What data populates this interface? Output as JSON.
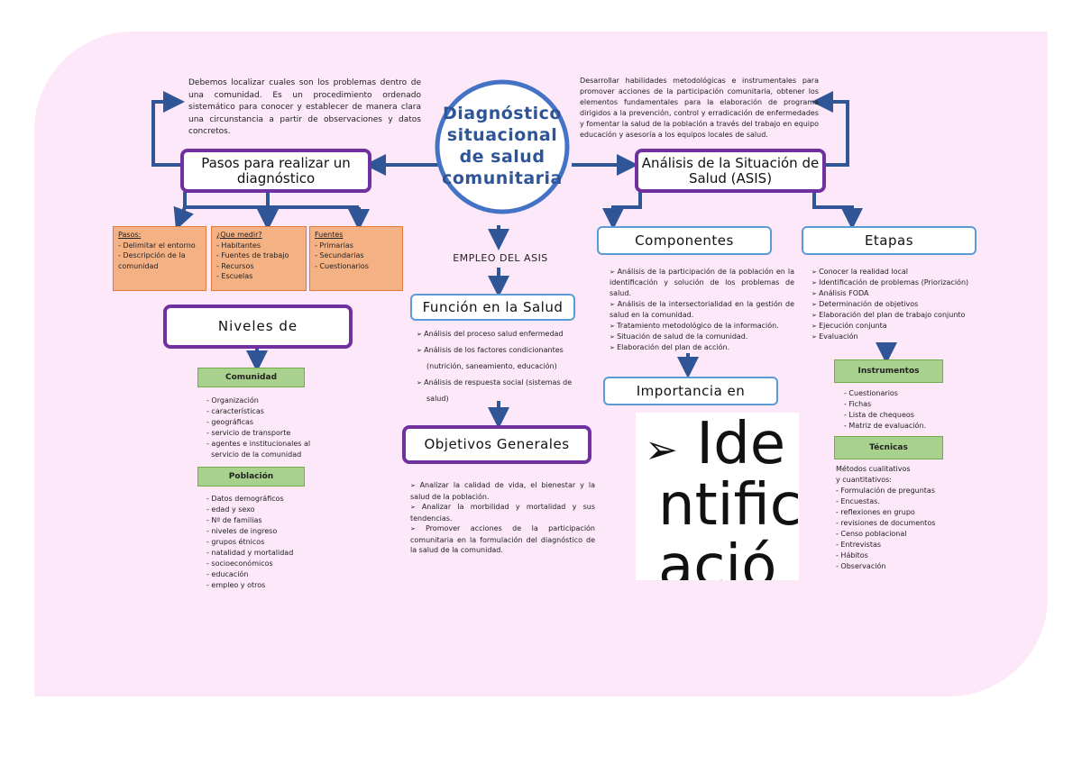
{
  "center": {
    "title_lines": [
      "Diagnóstico",
      "situacional",
      "de salud",
      "comunitaria"
    ]
  },
  "left_intro": "Debemos localizar cuales son los problemas dentro de una comunidad. Es un procedimiento ordenado sistemático para conocer y establecer de manera clara una circunstancia a partir de observaciones y datos concretos.",
  "right_intro": "Desarrollar habilidades metodológicas e instrumentales para promover acciones de la participación comunitaria, obtener los elementos fundamentales para la elaboración de programa dirigidos a la prevención, control y erradicación de enfermedades y fomentar la salud de la población a través del trabajo en equipo educación y asesoría a los equipos locales de salud.",
  "pasos_box": {
    "label": "Pasos para realizar un diagnóstico"
  },
  "asis_box": {
    "label": "Análisis de la Situación de Salud (ASIS)"
  },
  "orange_boxes": [
    {
      "title": "Pasos:",
      "items": [
        "- Delimitar el entorno",
        "- Descripción de la comunidad"
      ]
    },
    {
      "title": "¿Que medir?",
      "items": [
        "- Habitantes",
        "- Fuentes de trabajo",
        "- Recursos",
        "- Escuelas"
      ]
    },
    {
      "title": "Fuentes",
      "items": [
        "- Primarias",
        "- Secundarias",
        "- Cuestionarios"
      ]
    }
  ],
  "niveles_box": {
    "label": "Niveles de"
  },
  "comunidad": {
    "label": "Comunidad",
    "items": [
      "- Organización",
      "- características",
      "- geográficas",
      "- servicio de transporte",
      "- agentes e institucionales al",
      "  servicio de la comunidad"
    ]
  },
  "poblacion": {
    "label": "Población",
    "items": [
      "- Datos demográficos",
      "- edad y sexo",
      "- Nº de familias",
      "- niveles de ingreso",
      "- grupos étnicos",
      "- natalidad y mortalidad",
      "- socioeconómicos",
      "- educación",
      "- empleo y otros"
    ]
  },
  "empleo_label": "EMPLEO DEL ASIS",
  "funcion_box": {
    "label": "Función en la Salud"
  },
  "funcion_items": [
    "Análisis del proceso salud enfermedad",
    "Análisis de los factores condicionantes",
    "(nutrición, saneamiento, educación)",
    "Análisis de respuesta social (sistemas de",
    "salud)"
  ],
  "objetivos_box": {
    "label": "Objetivos Generales"
  },
  "objetivos_items": [
    "Analizar la calidad de vida, el bienestar y la salud de la población.",
    "Analizar la morbilidad y mortalidad y sus tendencias.",
    "Promover acciones de la participación comunitaria en la formulación del diagnóstico de la salud de la comunidad."
  ],
  "componentes_box": {
    "label": "Componentes"
  },
  "componentes_items": [
    "Análisis de la participación de la población en la identificación y solución de los problemas de salud.",
    "Análisis de la intersectorialidad en la gestión de salud en la comunidad.",
    "Tratamiento metodológico de la información.",
    "Situación de salud de la comunidad.",
    "Elaboración del plan de acción."
  ],
  "importancia_box": {
    "label": "Importancia en"
  },
  "big_text": {
    "arrow": "➢",
    "lines": [
      "Ide",
      "ntific",
      "ació"
    ]
  },
  "etapas_box": {
    "label": "Etapas"
  },
  "etapas_items": [
    "Conocer la realidad local",
    "Identificación de problemas (Priorización)",
    "Análisis FODA",
    "Determinación de objetivos",
    "Elaboración del plan de trabajo conjunto",
    "Ejecución conjunta",
    "Evaluación"
  ],
  "instrumentos": {
    "label": "Instrumentos",
    "items": [
      "- Cuestionarios",
      "- Fichas",
      "- Lista de chequeos",
      "- Matriz de evaluación."
    ]
  },
  "tecnicas": {
    "label": "Técnicas",
    "intro": [
      "Métodos cualitativos",
      "y cuantitativos:"
    ],
    "items": [
      "- Formulación de preguntas",
      "- Encuestas.",
      "- reflexiones en grupo",
      "- revisiones de documentos",
      "- Censo poblacional",
      "- Entrevistas",
      "- Hábitos",
      "- Observación"
    ]
  },
  "colors": {
    "purple": "#7030a0",
    "blue_arrow": "#2f5597",
    "light_blue": "#5b9bd5",
    "orange": "#f4b183",
    "green": "#a9d18e",
    "background": "#fce8f8"
  }
}
